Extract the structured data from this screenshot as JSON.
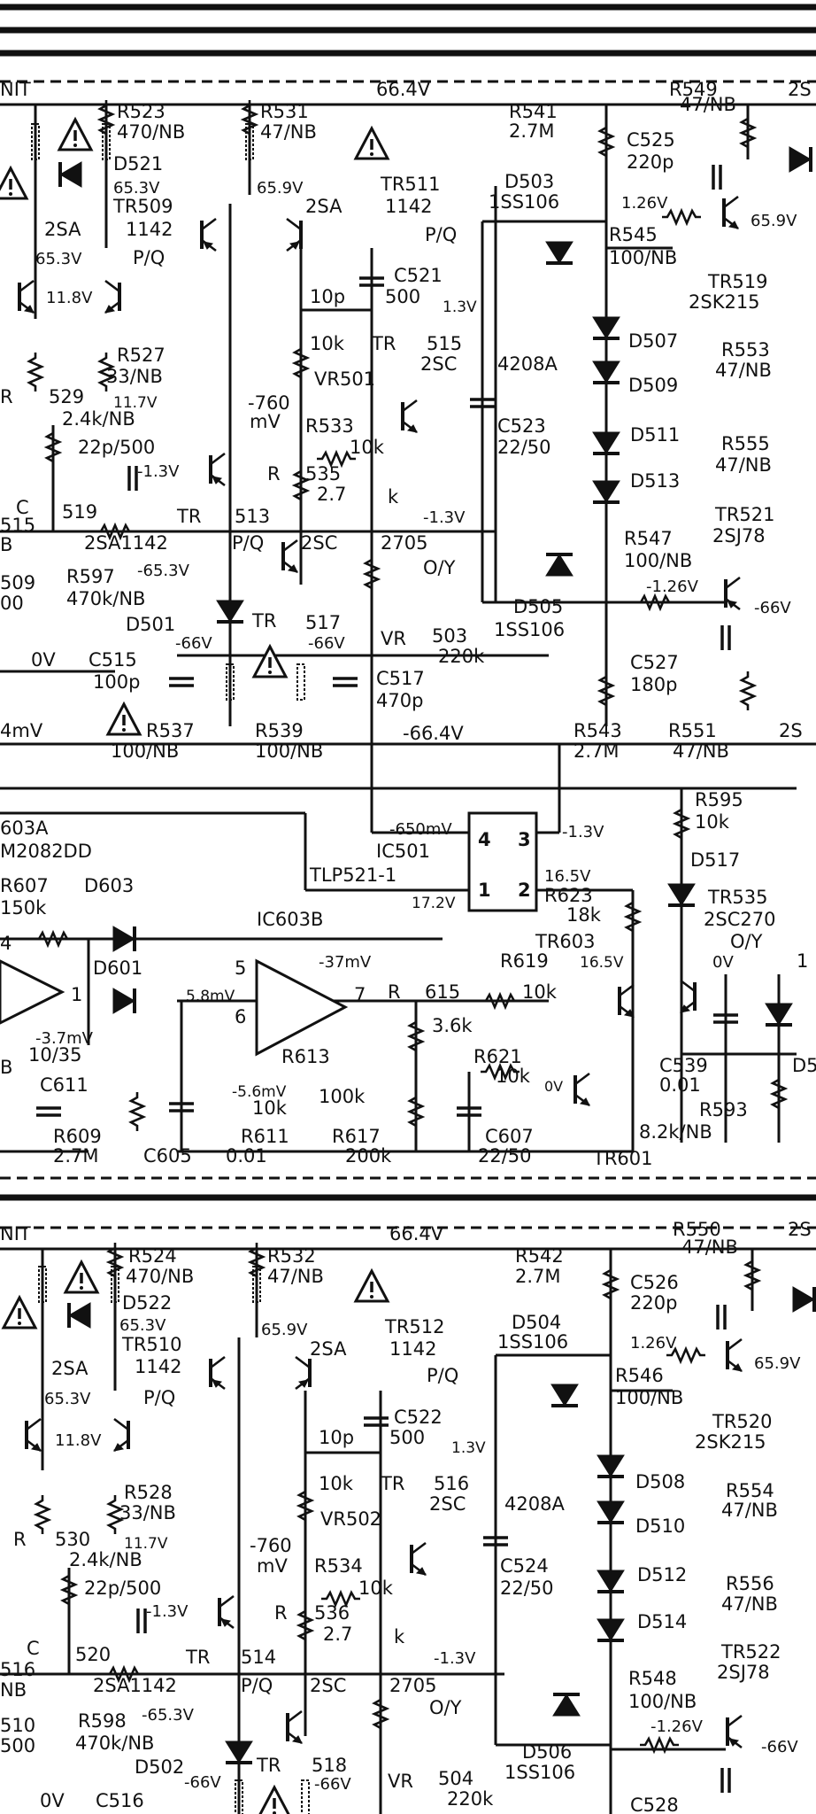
{
  "top_section": {
    "labels": {
      "nit": "NIT",
      "rail_voltage": "66.4V",
      "r523": "R523",
      "r523_val": "470/NB",
      "r531": "R531",
      "r531_val": "47/NB",
      "r541": "R541",
      "r541_val": "2.7M",
      "r549": "R549",
      "r549_val": "47/NB",
      "two_s": "2S",
      "c525": "C525",
      "c525_val": "220p",
      "d521": "D521",
      "v653": "65.3V",
      "v659": "65.9V",
      "tr509": "TR509",
      "tr509_val": "1142",
      "tr511": "TR511",
      "tr511_val": "1142",
      "twosa_a": "2SA",
      "twosa_b": "2SA",
      "d503": "D503",
      "d503_val": "1SS106",
      "v126": "1.26V",
      "v659b": "65.9V",
      "pq_a": "P/Q",
      "pq_b": "P/Q",
      "r545": "R545",
      "r545_val": "100/NB",
      "tr519": "TR519",
      "tr519_val": "2SK215",
      "v118": "11.8V",
      "v653b": "65.3V",
      "c521": "C521",
      "c521_val": "500",
      "c521_cap": "10p",
      "v13": "1.3V",
      "r527": "R527",
      "r527_val": "33/NB",
      "vr10k": "10k",
      "tr515": "TR",
      "tr515_num": "515",
      "tr515_val": "2SC",
      "vr501": "VR501",
      "d507": "D507",
      "r553": "R553",
      "r553_val": "47/NB",
      "v4208": "4208A",
      "d509": "D509",
      "r529": "R",
      "r529_num": "529",
      "v117": "11.7V",
      "r_24k": "2.4k/NB",
      "mv760": "-760",
      "mv_unit": "mV",
      "r533": "R533",
      "r533_val": "10k",
      "c523": "C523",
      "c523_val": "22/50",
      "d511": "D511",
      "r555": "R555",
      "r555_val": "47/NB",
      "c22p": "22p/500",
      "vneg13": "-1.3V",
      "r535r": "R",
      "r535": "535",
      "r535_val": "2.7",
      "r535_k": "k",
      "d513": "D513",
      "c519c": "C",
      "c519": "519",
      "c515b": "515",
      "c515b_nb": "B",
      "tr513": "TR",
      "tr513_num": "513",
      "twosa1142": "2SA1142",
      "pq_c": "P/Q",
      "twosc": "2SC",
      "two705": "2705",
      "vneg13b": "-1.3V",
      "tr521": "TR521",
      "tr521_val": "2SJ78",
      "r547": "R547",
      "r547_val": "100/NB",
      "oy": "O/Y",
      "r509": "509",
      "r509_val": "00",
      "r597": "R597",
      "r597_v": "-65.3V",
      "r597_val": "470k/NB",
      "v126b": "-1.26V",
      "v66": "-66V",
      "d505": "D505",
      "d505_val": "1SS106",
      "d501": "D501",
      "tr517": "TR",
      "tr517_num": "517",
      "v66a": "-66V",
      "v66b": "-66V",
      "vr503": "VR",
      "vr503_num": "503",
      "vr503_val": "220k",
      "ov": "0V",
      "c515": "C515",
      "c515_val": "100p",
      "c517": "C517",
      "c517_val": "470p",
      "c527": "C527",
      "c527_val": "180p",
      "mv4": "4mV",
      "r537": "R537",
      "r537_val": "100/NB",
      "r539": "R539",
      "r539_val": "100/NB",
      "vneg664": "-66.4V",
      "r543": "R543",
      "r543_val": "2.7M",
      "r551": "R551",
      "r551_val": "47/NB",
      "two_s_b": "2S"
    }
  },
  "mid_section": {
    "labels": {
      "ic603a": "603A",
      "ic603a_part": "M2082DD",
      "ic501_v": "-650mV",
      "ic501": "IC501",
      "ic501_part": "TLP521-1",
      "pin4": "4",
      "pin3": "3",
      "pin1": "1",
      "pin2": "2",
      "v13n": "-1.3V",
      "v165": "16.5V",
      "v172": "17.2V",
      "r595": "R595",
      "r595_val": "10k",
      "d517": "D517",
      "r607": "R607",
      "d603": "D603",
      "r607_val": "150k",
      "r623": "R623",
      "r623_val": "18k",
      "ic603b": "IC603B",
      "tr535": "TR535",
      "tr535_val": "2SC270",
      "tr535_oy": "O/Y",
      "tr603": "TR603",
      "r619": "R619",
      "v165b": "16.5V",
      "r619_val": "10k",
      "d601": "D601",
      "pin5": "5",
      "mv37": "-37mV",
      "ov": "0V",
      "one": "1",
      "mv58": "5.8mV",
      "pin6": "6",
      "pin7": "7",
      "r615r": "R",
      "r615": "615",
      "one_b": "1",
      "r615_val": "3.6k",
      "mv37b": "-3.7mV",
      "c10_35": "10/35",
      "r613": "R613",
      "r621": "R621",
      "r621_val": "10k",
      "ov2": "0V",
      "c539": "C539",
      "c539_val": "0.01",
      "c611": "C611",
      "mv56": "-5.6mV",
      "r10k": "10k",
      "r100k": "100k",
      "r593": "R593",
      "r593_val": "8.2k/NB",
      "r609": "R609",
      "r611": "R611",
      "r617": "R617",
      "c607": "C607",
      "r609_val": "2.7M",
      "c605": "C605",
      "c605_val": "0.01",
      "r617_val": "200k",
      "c607_val": "22/50",
      "tr601": "TR601",
      "pin4b": "4",
      "b": "B",
      "d5": "D5",
      "one_c": "1"
    }
  },
  "bottom_section": {
    "labels": {
      "nit": "NIT",
      "rail_voltage": "66.4V",
      "r550": "R550",
      "r550_val": "47/NB",
      "two_s": "2S",
      "r524": "R524",
      "r524_val": "470/NB",
      "r532": "R532",
      "r532_val": "47/NB",
      "r542": "R542",
      "r542_val": "2.7M",
      "c526": "C526",
      "c526_val": "220p",
      "d522": "D522",
      "v653": "65.3V",
      "v659": "65.9V",
      "tr510": "TR510",
      "tr510_val": "1142",
      "tr512": "TR512",
      "tr512_val": "1142",
      "d504": "D504",
      "d504_val": "1SS106",
      "twosa_a": "2SA",
      "twosa_b": "2SA",
      "v126": "1.26V",
      "v659b": "65.9V",
      "pq_a": "P/Q",
      "pq_b": "P/Q",
      "r546": "R546",
      "r546_val": "100/NB",
      "tr520": "TR520",
      "tr520_val": "2SK215",
      "v653b": "65.3V",
      "v118": "11.8V",
      "c522": "C522",
      "c522_cap": "10p",
      "c522_val": "500",
      "v13": "1.3V",
      "vr10k": "10k",
      "tr516": "TR",
      "tr516_num": "516",
      "tr516_val": "2SC",
      "d508": "D508",
      "r554": "R554",
      "r554_val": "47/NB",
      "r528": "R528",
      "r528_val": "33/NB",
      "vr502": "VR502",
      "v4208": "4208A",
      "d510": "D510",
      "r530r": "R",
      "r530": "530",
      "v117": "11.7V",
      "mv760": "-760",
      "mv_unit": "mV",
      "r_24k": "2.4k/NB",
      "r534": "R534",
      "r534_val": "10k",
      "c524": "C524",
      "c524_val": "22/50",
      "d512": "D512",
      "r556": "R556",
      "r556_val": "47/NB",
      "c22p": "22p/500",
      "vneg13": "-1.3V",
      "r536r": "R",
      "r536": "536",
      "r536_val": "2.7",
      "r536_k": "k",
      "d514": "D514",
      "c520c": "C",
      "c520": "520",
      "tr514": "TR",
      "tr514_num": "514",
      "tr522": "TR522",
      "tr522_val": "2SJ78",
      "c516b": "516",
      "c516b_nb": "NB",
      "twosa1142": "2SA1142",
      "pq_c": "P/Q",
      "twosc": "2SC",
      "two705": "2705",
      "vneg13b": "-1.3V",
      "r548": "R548",
      "r548_val": "100/NB",
      "oy": "O/Y",
      "r510": "510",
      "r510_val": "500",
      "r598": "R598",
      "r598_v": "-65.3V",
      "r598_val": "470k/NB",
      "v126b": "-1.26V",
      "v66": "-66V",
      "d502": "D502",
      "d506": "D506",
      "d506_val": "1SS106",
      "tr518": "TR",
      "tr518_num": "518",
      "v66a": "-66V",
      "v66b": "-66V",
      "vr504": "VR",
      "vr504_num": "504",
      "vr504_val": "220k",
      "ov": "0V",
      "c516": "C516",
      "c528": "C528"
    }
  }
}
